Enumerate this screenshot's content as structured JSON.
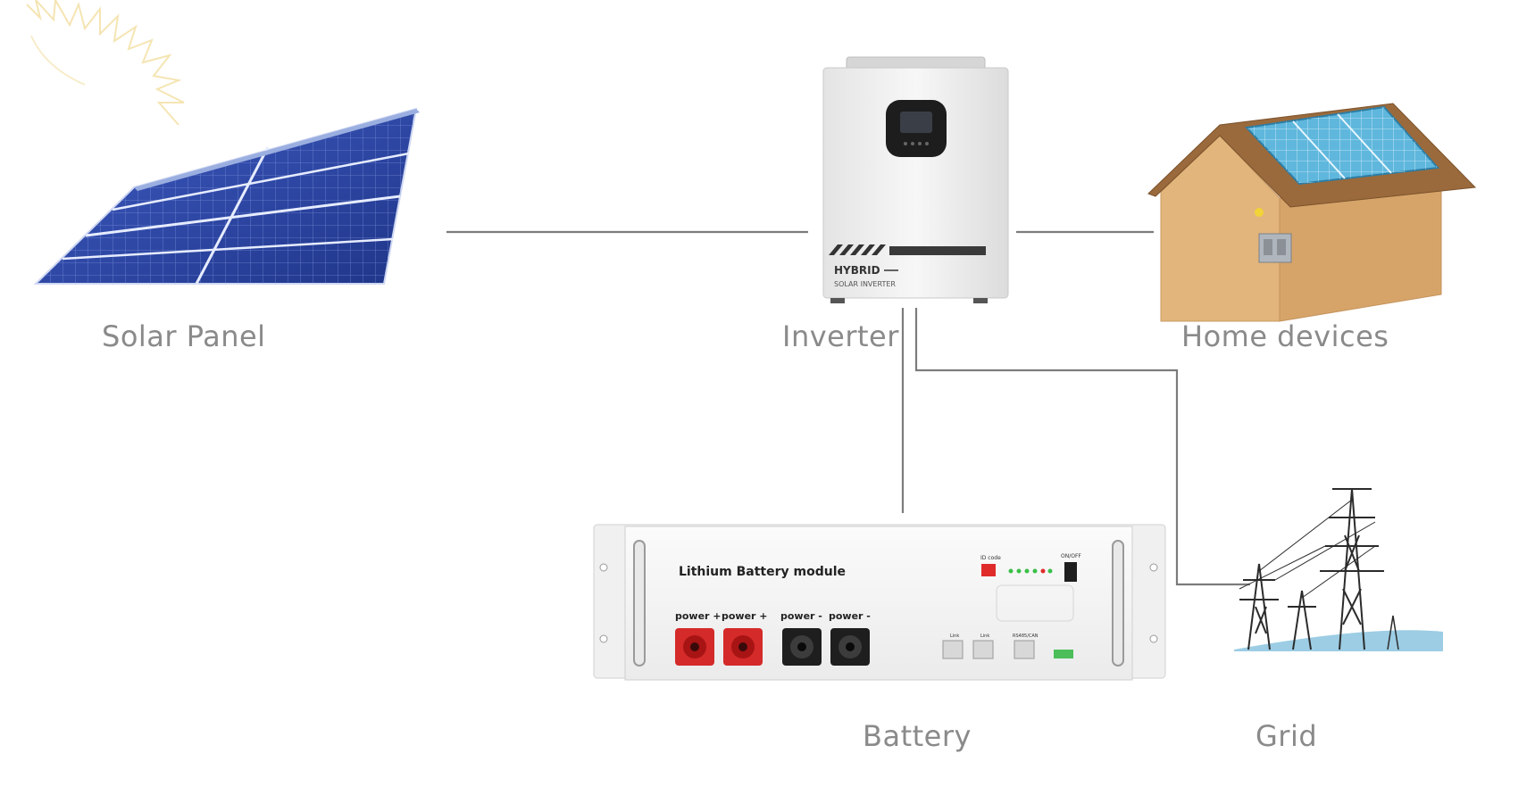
{
  "diagram": {
    "nodes": {
      "solar_panel": {
        "label": "Solar Panel"
      },
      "inverter": {
        "label": "Inverter",
        "device_text_line1": "HYBRID",
        "device_text_line2": "SOLAR INVERTER"
      },
      "home": {
        "label": "Home devices"
      },
      "battery": {
        "label": "Battery",
        "module_title": "Lithium Battery module",
        "terminals": [
          "power +",
          "power +",
          "power -",
          "power -"
        ],
        "small_labels": {
          "id": "ID code",
          "switch": "ON/OFF",
          "port1": "Link",
          "port2": "Link",
          "port3": "RS485/CAN"
        }
      },
      "grid": {
        "label": "Grid"
      }
    },
    "connections": [
      {
        "from": "solar_panel",
        "to": "inverter"
      },
      {
        "from": "inverter",
        "to": "home"
      },
      {
        "from": "inverter",
        "to": "battery"
      },
      {
        "from": "inverter",
        "to": "grid"
      }
    ],
    "colors": {
      "wire": "#7c7c7c",
      "label_text": "#8a8a8a",
      "panel_blue": "#2b46a3",
      "terminal_red": "#d42a2a",
      "terminal_black": "#1e1e1e",
      "house_wall": "#d9a66a",
      "roof": "#9a6a3c"
    }
  }
}
